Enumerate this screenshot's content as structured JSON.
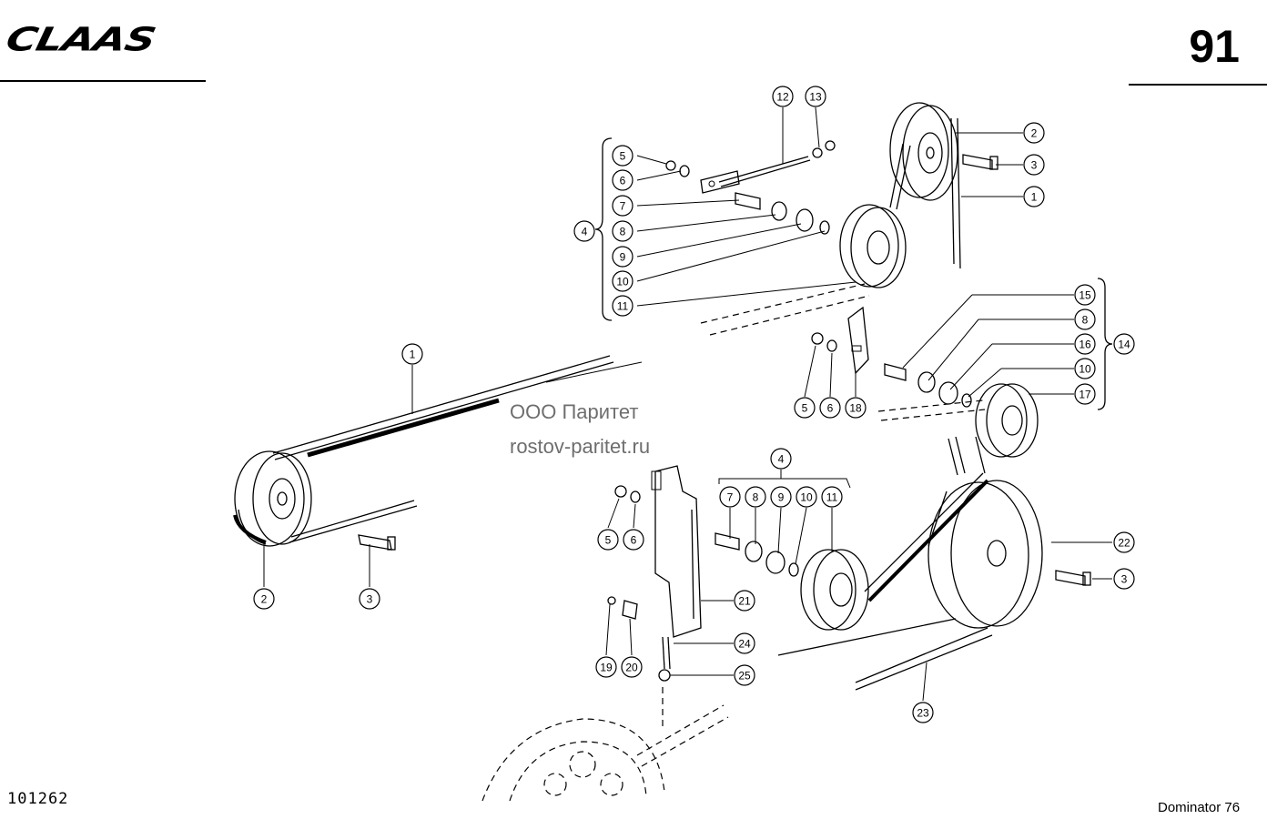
{
  "header": {
    "brand": "CLAAS",
    "page_number": "91"
  },
  "footer": {
    "doc_number": "101262",
    "model": "Dominator 76"
  },
  "watermark": {
    "line1": "ООО Паритет",
    "line2": "rostov-paritet.ru"
  },
  "callouts": [
    {
      "n": "12"
    },
    {
      "n": "13"
    },
    {
      "n": "2"
    },
    {
      "n": "5"
    },
    {
      "n": "3"
    },
    {
      "n": "6"
    },
    {
      "n": "1"
    },
    {
      "n": "7"
    },
    {
      "n": "4"
    },
    {
      "n": "8"
    },
    {
      "n": "9"
    },
    {
      "n": "10"
    },
    {
      "n": "11"
    },
    {
      "n": "15"
    },
    {
      "n": "8"
    },
    {
      "n": "16"
    },
    {
      "n": "14"
    },
    {
      "n": "10"
    },
    {
      "n": "17"
    },
    {
      "n": "1"
    },
    {
      "n": "5"
    },
    {
      "n": "6"
    },
    {
      "n": "18"
    },
    {
      "n": "4"
    },
    {
      "n": "7"
    },
    {
      "n": "8"
    },
    {
      "n": "9"
    },
    {
      "n": "10"
    },
    {
      "n": "11"
    },
    {
      "n": "5"
    },
    {
      "n": "6"
    },
    {
      "n": "22"
    },
    {
      "n": "3"
    },
    {
      "n": "21"
    },
    {
      "n": "2"
    },
    {
      "n": "3"
    },
    {
      "n": "24"
    },
    {
      "n": "19"
    },
    {
      "n": "20"
    },
    {
      "n": "25"
    },
    {
      "n": "23"
    }
  ]
}
